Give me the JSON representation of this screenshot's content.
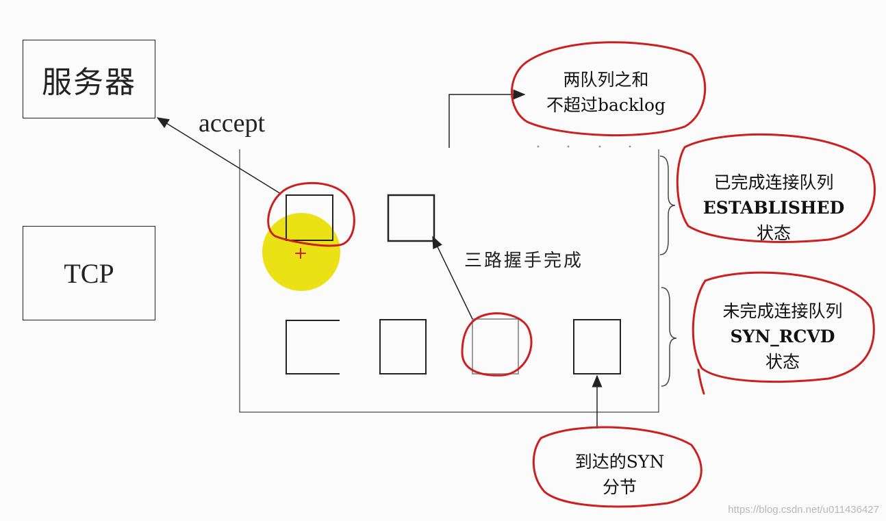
{
  "server": {
    "label": "服务器"
  },
  "tcp": {
    "label": "TCP"
  },
  "accept": {
    "label": "accept"
  },
  "handshake": {
    "label": "三路握手完成"
  },
  "notes": {
    "backlog": {
      "line1": "两队列之和",
      "line2": "不超过backlog"
    },
    "established": {
      "line1": "已完成连接队列",
      "line2": "ESTABLISHED",
      "line3": "状态"
    },
    "syn_rcvd": {
      "line1": "未完成连接队列",
      "line2": "SYN_RCVD",
      "line3": "状态"
    },
    "syn_arrival": {
      "line1": "到达的SYN",
      "line2": "分节"
    }
  },
  "watermark": "https://blog.csdn.net/u011436427",
  "colors": {
    "annotation": "#cc1f1f",
    "highlight": "#e8e000",
    "line": "#222222"
  }
}
